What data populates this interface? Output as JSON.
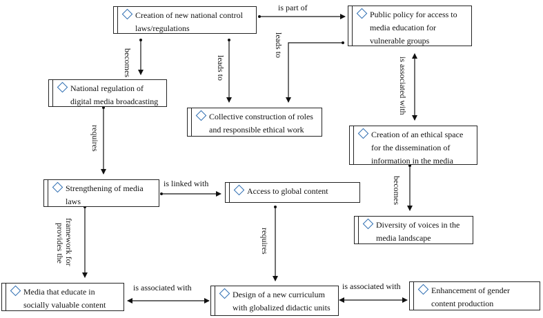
{
  "nodes": {
    "n_national_control": "Creation of new national control\nlaws/regulations",
    "n_public_policy": "Public policy for access to\nmedia education for\nvulnerable groups",
    "n_regulation": "National regulation of\ndigital media broadcasting",
    "n_collective": "Collective construction of roles\nand responsible ethical work",
    "n_ethical_space": "Creation of an ethical space\nfor the dissemination of\ninformation in the media",
    "n_media_laws": "Strengthening of media\nlaws",
    "n_global_content": "Access to global content",
    "n_diversity": "Diversity of voices in the\nmedia landscape",
    "n_media_educate": "Media that educate in\nsocially valuable content",
    "n_curriculum": "Design of a new curriculum\nwith globalized didactic units",
    "n_gender": "Enhancement of gender\ncontent production"
  },
  "edges": {
    "is_part_of": "is part of",
    "becomes_1": "becomes",
    "leads_to_1": "leads to",
    "leads_to_2": "leads to",
    "is_associated_with_1": "is associated with",
    "requires_1": "requires",
    "is_linked_with": "is linked with",
    "becomes_2": "becomes",
    "provides_1": "provides the",
    "provides_2": "framework for",
    "requires_2": "requires",
    "is_associated_with_2": "is associated with",
    "is_associated_with_3": "is associated with"
  },
  "colors": {
    "node_icon": "#2a6bb0",
    "line": "#111111"
  }
}
